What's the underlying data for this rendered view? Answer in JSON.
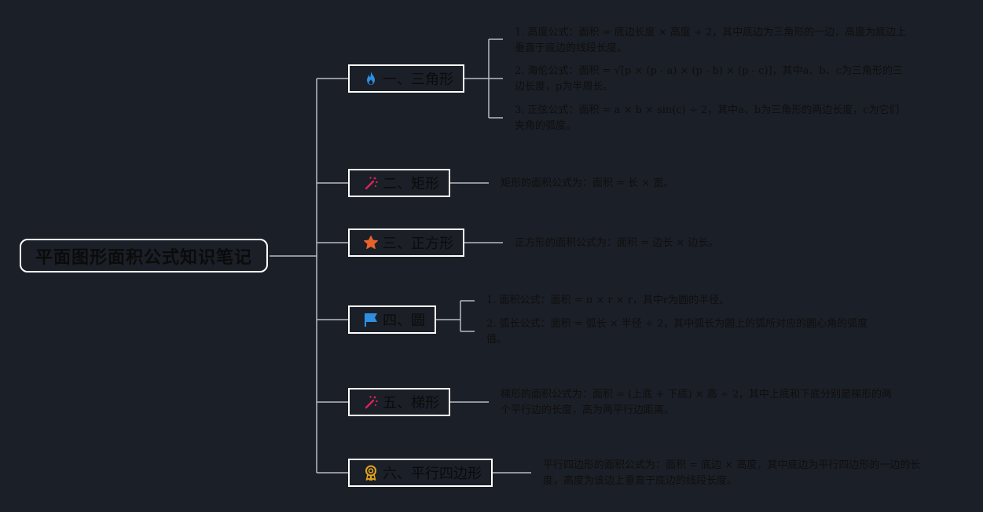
{
  "root": {
    "label": "平面图形面积公式知识笔记"
  },
  "branches": [
    {
      "label": "一、三角形",
      "icon": "fire-icon",
      "leaves": [
        "1. 高度公式：面积 = 底边长度 × 高度 ÷ 2，其中底边为三角形的一边，高度为底边上垂直于底边的线段长度。",
        "2. 海伦公式：面积 = √[p × (p - a) × (p - b) × (p - c)]，其中a、b、c为三角形的三边长度，p为半周长。",
        "3. 正弦公式：面积 = a × b × sin(c) ÷ 2，其中a、b为三角形的两边长度，c为它们夹角的弧度。"
      ]
    },
    {
      "label": "二、矩形",
      "icon": "magic-wand-icon",
      "leaves": [
        "矩形的面积公式为：面积 = 长 × 宽。"
      ]
    },
    {
      "label": "三、正方形",
      "icon": "star-icon",
      "leaves": [
        "正方形的面积公式为：面积 = 边长 × 边长。"
      ]
    },
    {
      "label": "四、圆",
      "icon": "flag-icon",
      "leaves": [
        "1. 面积公式：面积 = π × r × r，其中r为圆的半径。",
        "2. 弧长公式：面积 = 弧长 × 半径 ÷ 2，其中弧长为圆上的弧所对应的圆心角的弧度值。"
      ]
    },
    {
      "label": "五、梯形",
      "icon": "magic-wand-icon",
      "leaves": [
        "梯形的面积公式为：面积 = (上底 + 下底) × 高 ÷ 2，其中上底和下底分别是梯形的两个平行边的长度，高为两平行边距离。"
      ]
    },
    {
      "label": "六、平行四边形",
      "icon": "award-ribbon-icon",
      "leaves": [
        "平行四边形的面积公式为：面积 = 底边 × 高度，其中底边为平行四边形的一边的长度，高度为该边上垂直于底边的线段长度。"
      ]
    }
  ],
  "colors": {
    "background": "#1b1f27",
    "line": "#b8bcc4",
    "node_border": "#ffffff",
    "fire": "#2e8fe0",
    "wand": "#d8245a",
    "star": "#e8632c",
    "flag": "#2e8fe0",
    "ribbon": "#e3a41c"
  }
}
